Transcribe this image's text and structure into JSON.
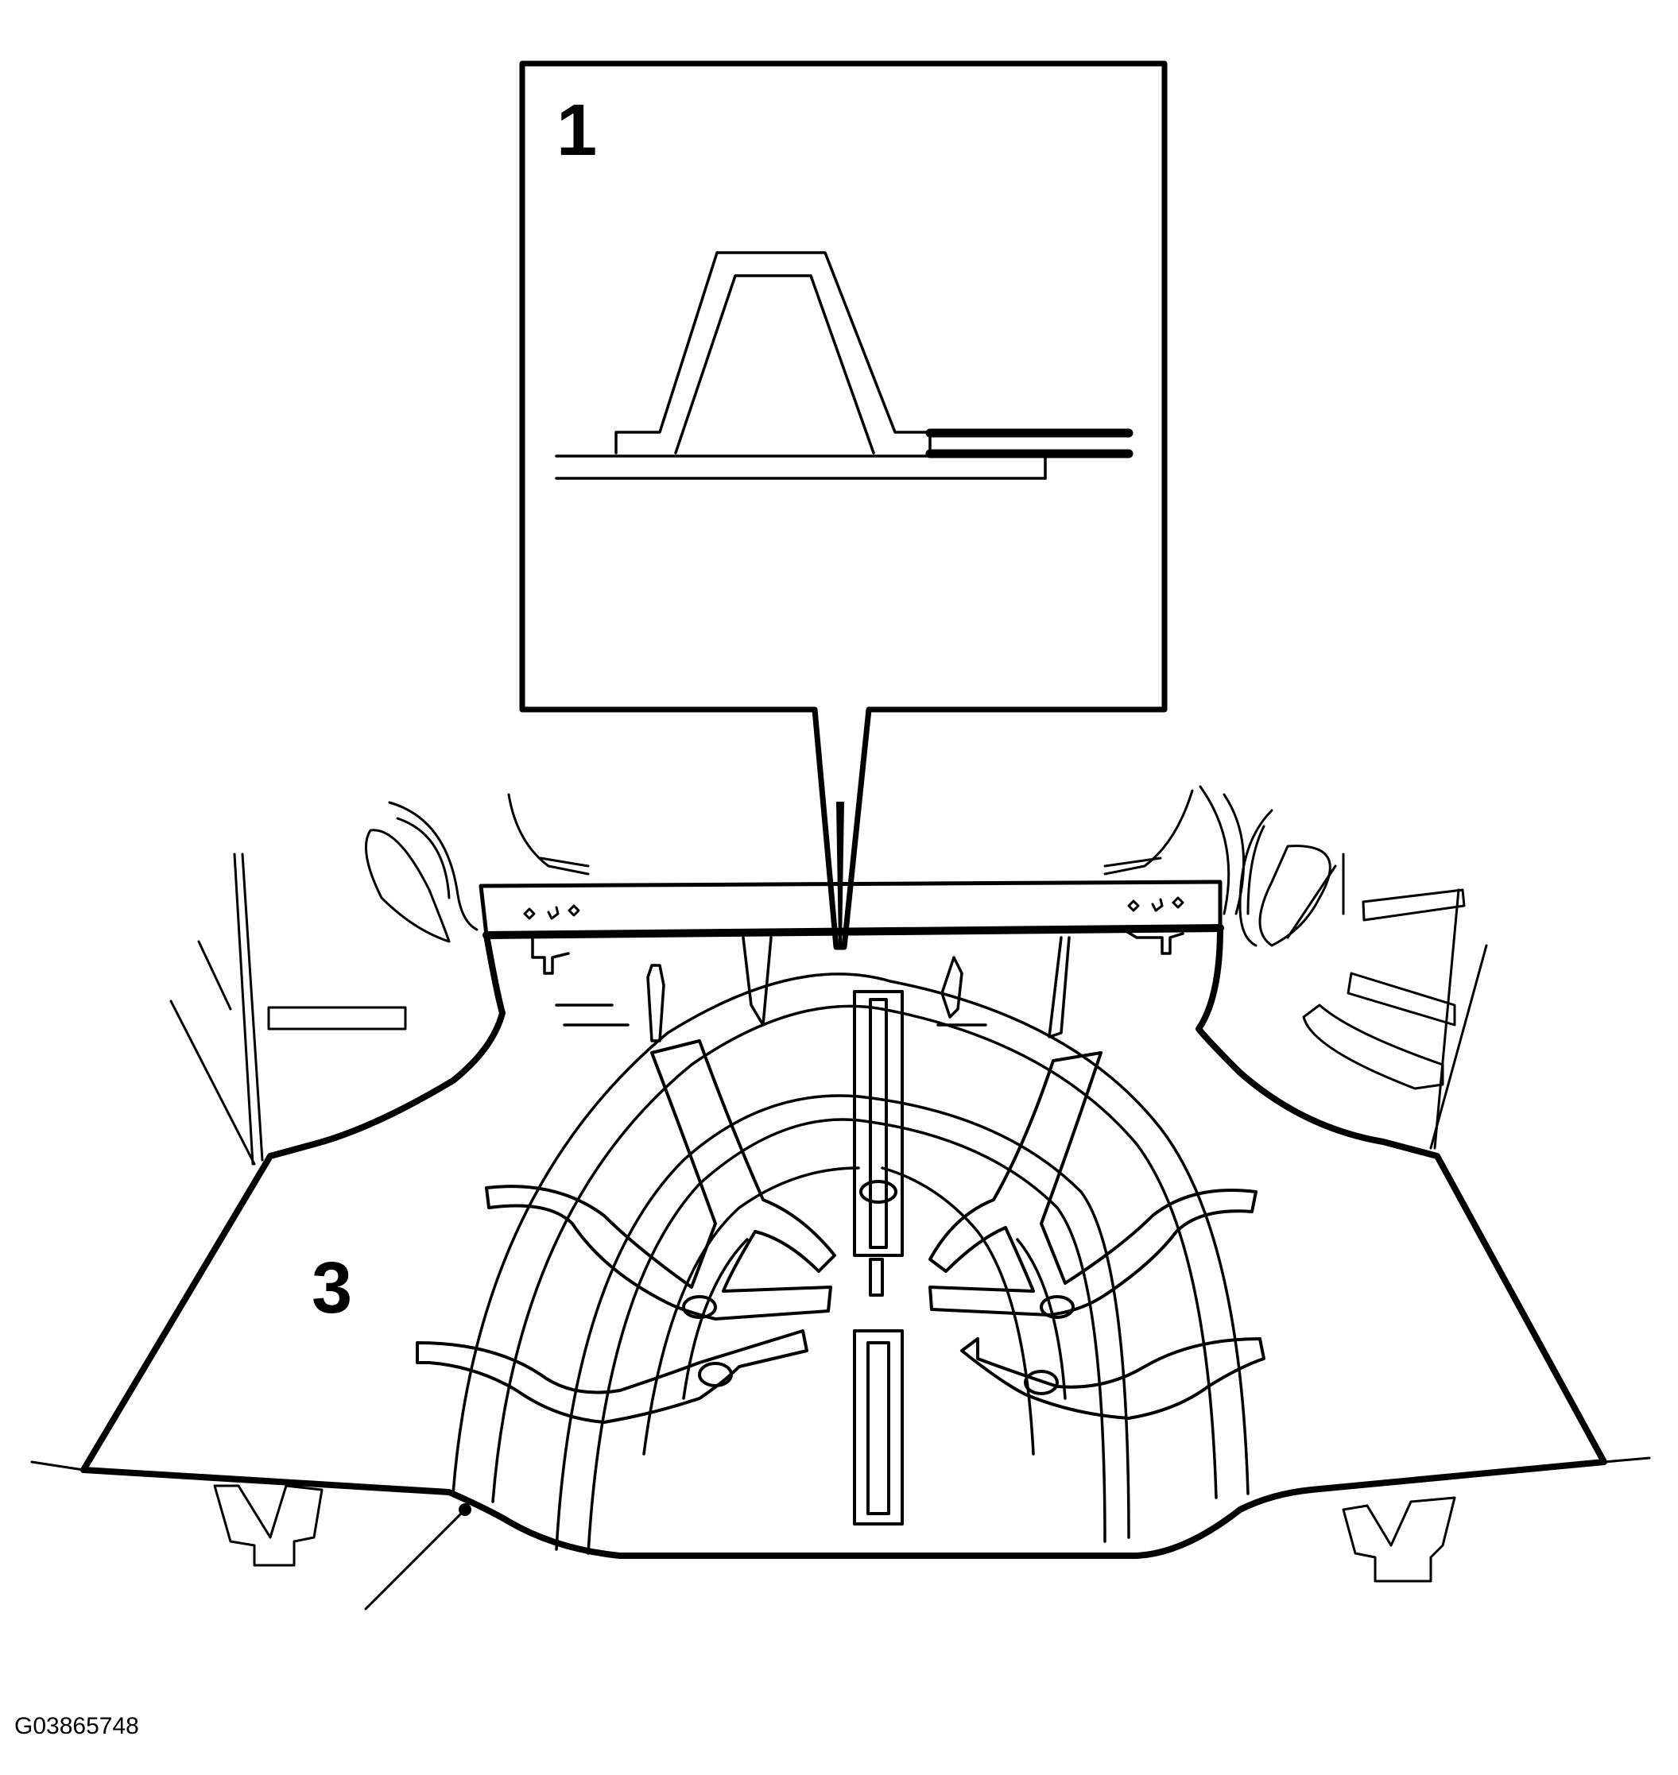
{
  "callouts": {
    "detail": "1",
    "floor_edge": "3"
  },
  "figure_id": "G03865748",
  "colors": {
    "stroke": "#000000",
    "background": "#ffffff"
  }
}
